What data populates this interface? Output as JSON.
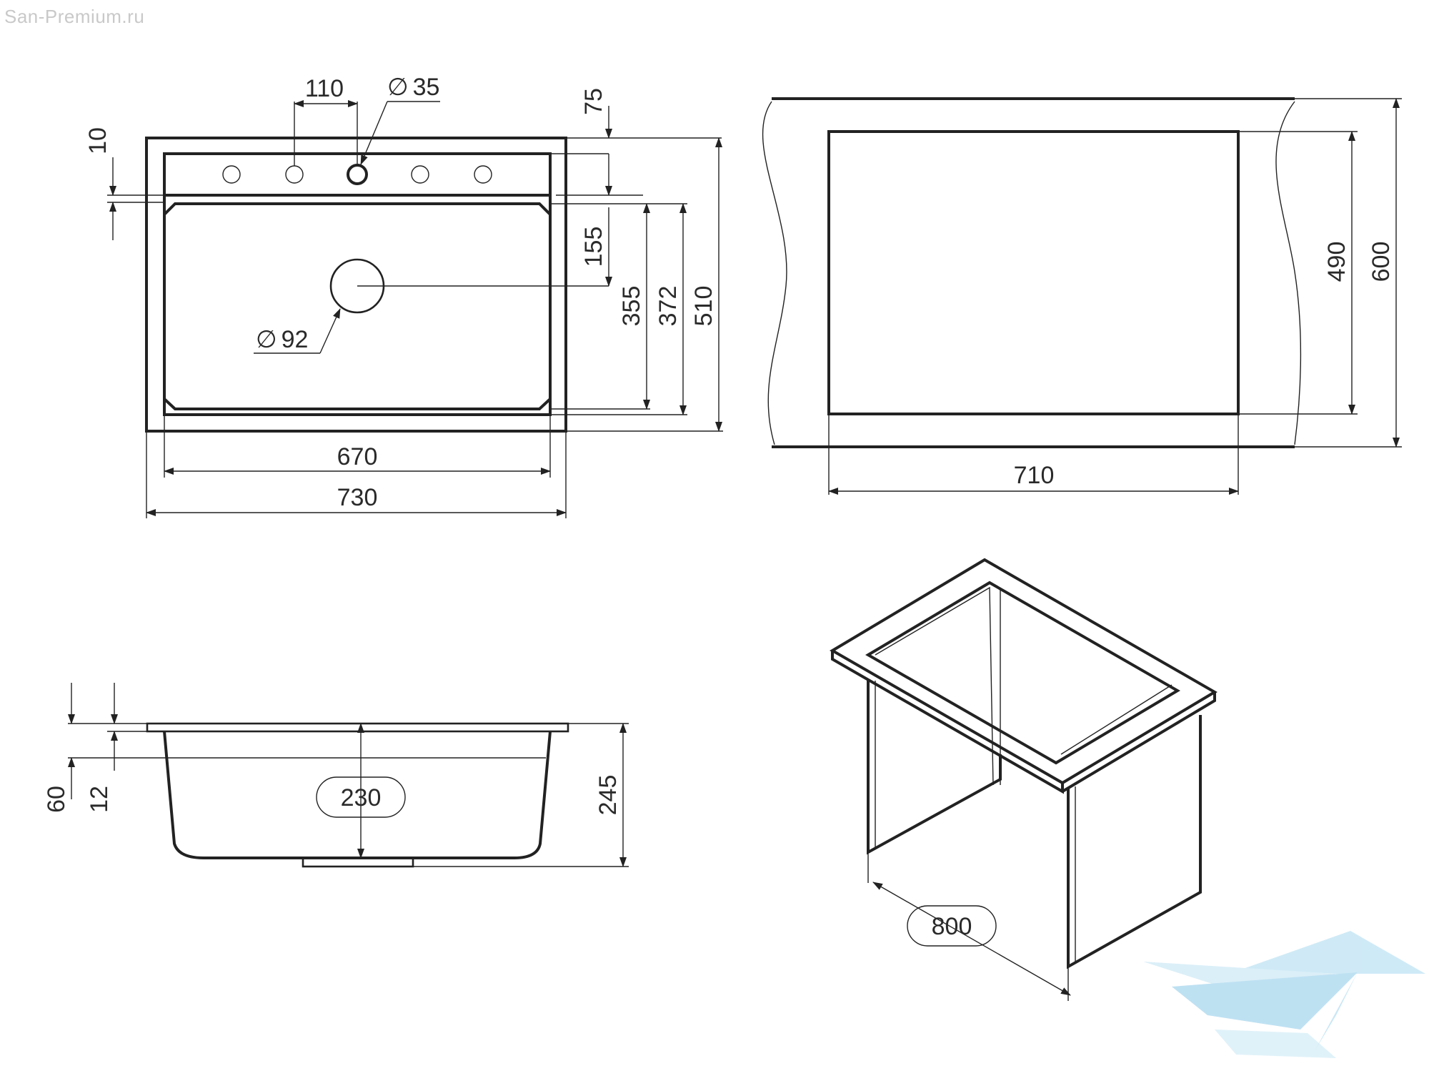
{
  "watermark": "San-Premium.ru",
  "top_view": {
    "dim_hole_spacing": "110",
    "dim_tap_hole": "35",
    "dim_top_offset": "10",
    "dim_hole_row": "75",
    "dim_drain_offset": "155",
    "dim_bowl_length": "355",
    "dim_inner_length": "372",
    "dim_total_length": "510",
    "dim_drain": "92",
    "dim_inner_width": "670",
    "dim_total_width": "730"
  },
  "cabinet_view": {
    "dim_cabinet_width": "710",
    "dim_cutout_depth": "490",
    "dim_worktop_depth": "600"
  },
  "side_view": {
    "dim_rim": "60",
    "dim_lip": "12",
    "dim_bowl_depth": "230",
    "dim_total_height": "245"
  },
  "iso_view": {
    "dim_cabinet_min": "800"
  },
  "diameter_symbol": "∅",
  "colors": {
    "line": "#222222",
    "watermark": "#c9c9c9",
    "logo": "#9fd3ec"
  }
}
